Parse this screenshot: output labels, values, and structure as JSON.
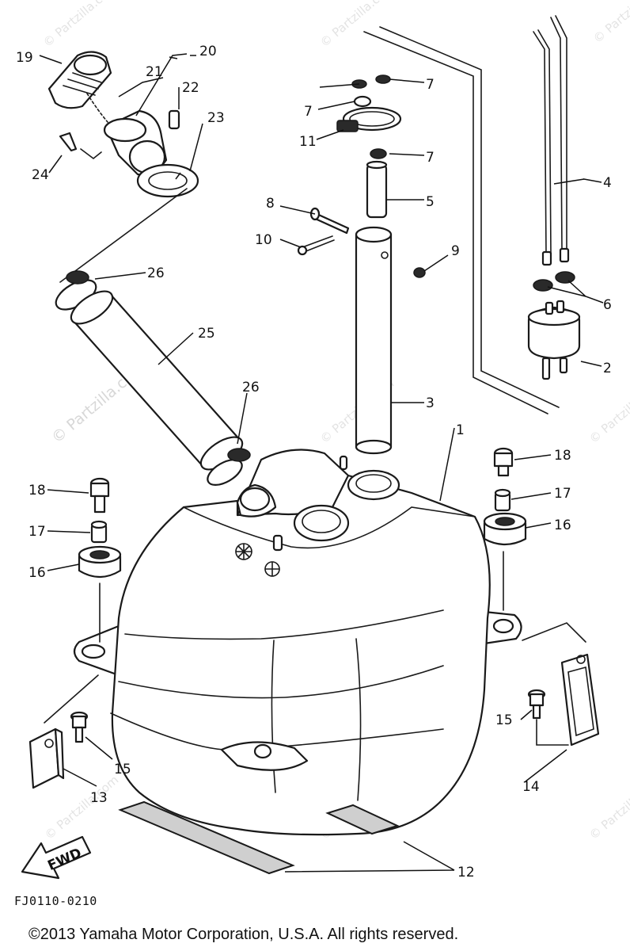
{
  "diagram": {
    "watermark": "© Partzilla.com",
    "fwd_label": "FWD",
    "drawing_code": "FJ0110-0210",
    "copyright": "©2013 Yamaha Motor Corporation, U.S.A. All rights reserved.",
    "callouts": {
      "c1": "1",
      "c2": "2",
      "c3": "3",
      "c4": "4",
      "c5": "5",
      "c6": "6",
      "c7a": "7",
      "c7b": "7",
      "c7c": "7",
      "c8": "8",
      "c9": "9",
      "c10": "10",
      "c11": "11",
      "c12": "12",
      "c13": "13",
      "c14": "14",
      "c15a": "15",
      "c15b": "15",
      "c16a": "16",
      "c16b": "16",
      "c17a": "17",
      "c17b": "17",
      "c18a": "18",
      "c18b": "18",
      "c19": "19",
      "c20": "20",
      "c21": "21",
      "c22": "22",
      "c23": "23",
      "c24": "24",
      "c25": "25",
      "c26a": "26",
      "c26b": "26"
    }
  }
}
